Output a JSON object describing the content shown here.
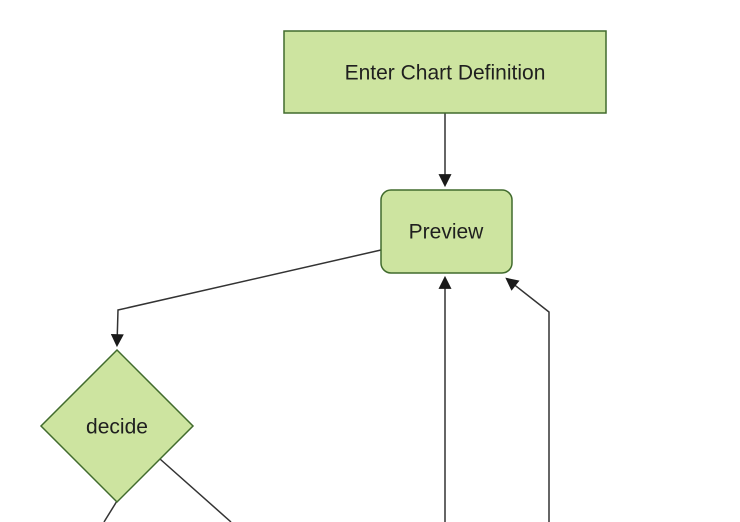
{
  "diagram": {
    "type": "flowchart",
    "direction": "top-down",
    "nodes": [
      {
        "id": "enter-chart-definition",
        "label": "Enter Chart Definition",
        "shape": "rectangle"
      },
      {
        "id": "preview",
        "label": "Preview",
        "shape": "rounded-rectangle"
      },
      {
        "id": "decide",
        "label": "decide",
        "shape": "diamond"
      }
    ],
    "edges": [
      {
        "from": "enter-chart-definition",
        "to": "preview",
        "arrowhead": true
      },
      {
        "from": "preview",
        "to": "decide",
        "arrowhead": true
      },
      {
        "from": "offscreen-bottom-center",
        "to": "preview",
        "arrowhead": true
      },
      {
        "from": "offscreen-bottom-right",
        "to": "preview",
        "arrowhead": true
      },
      {
        "from": "decide",
        "to": "offscreen-bottom-left",
        "arrowhead": false
      },
      {
        "from": "decide",
        "to": "offscreen-bottom-right",
        "arrowhead": false
      }
    ],
    "colors": {
      "background": "#ffffff",
      "node_fill": "#cde4a0",
      "node_border": "#416b2d",
      "edge_line": "#333333",
      "arrowhead": "#1a1a1a",
      "label_text": "#1f1f1f"
    }
  }
}
